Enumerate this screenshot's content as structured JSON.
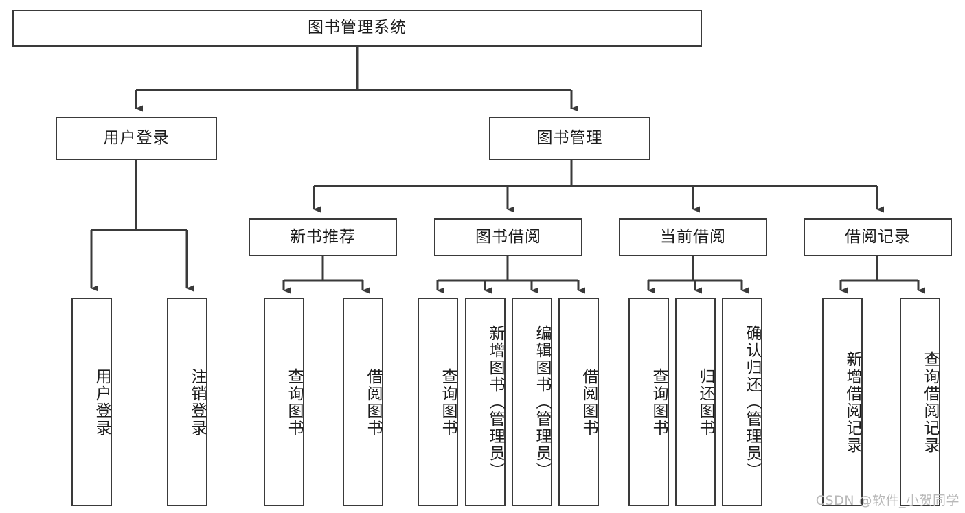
{
  "diagram": {
    "title": "图书管理系统",
    "type": "tree-hierarchy",
    "watermark": "CSDN @软件_小贺同学",
    "colors": {
      "background": "#ffffff",
      "node_border": "#3a3a3a",
      "node_fill": "#ffffff",
      "edge": "#3a3a3a",
      "text": "#1c1c1c",
      "watermark": "#b9b9b9"
    },
    "levels": {
      "root": {
        "label": "图书管理系统"
      },
      "level2": [
        {
          "id": "user-login",
          "label": "用户登录"
        },
        {
          "id": "book-manage",
          "label": "图书管理"
        }
      ],
      "level3": [
        {
          "id": "new-book-recommend",
          "label": "新书推荐",
          "parent": "book-manage"
        },
        {
          "id": "book-borrow",
          "label": "图书借阅",
          "parent": "book-manage"
        },
        {
          "id": "current-borrow",
          "label": "当前借阅",
          "parent": "book-manage"
        },
        {
          "id": "borrow-record",
          "label": "借阅记录",
          "parent": "book-manage"
        }
      ],
      "leaves": [
        {
          "id": "leaf-user-login",
          "label": "用户登录",
          "parent": "user-login"
        },
        {
          "id": "leaf-logout-login",
          "label": "注销登录",
          "parent": "user-login"
        },
        {
          "id": "leaf-query-book-1",
          "label": "查询图书",
          "parent": "new-book-recommend"
        },
        {
          "id": "leaf-borrow-book-1",
          "label": "借阅图书",
          "parent": "new-book-recommend"
        },
        {
          "id": "leaf-query-book-2",
          "label": "查询图书",
          "parent": "book-borrow"
        },
        {
          "id": "leaf-add-book",
          "label": "新增图书（管理员）",
          "parent": "book-borrow"
        },
        {
          "id": "leaf-edit-book",
          "label": "编辑图书（管理员）",
          "parent": "book-borrow"
        },
        {
          "id": "leaf-borrow-book-2",
          "label": "借阅图书",
          "parent": "book-borrow"
        },
        {
          "id": "leaf-query-book-3",
          "label": "查询图书",
          "parent": "current-borrow"
        },
        {
          "id": "leaf-return-book",
          "label": "归还图书",
          "parent": "current-borrow"
        },
        {
          "id": "leaf-confirm-return",
          "label": "确认归还（管理员）",
          "parent": "current-borrow"
        },
        {
          "id": "leaf-add-record",
          "label": "新增借阅记录",
          "parent": "borrow-record"
        },
        {
          "id": "leaf-query-record",
          "label": "查询借阅记录",
          "parent": "borrow-record"
        }
      ]
    }
  }
}
